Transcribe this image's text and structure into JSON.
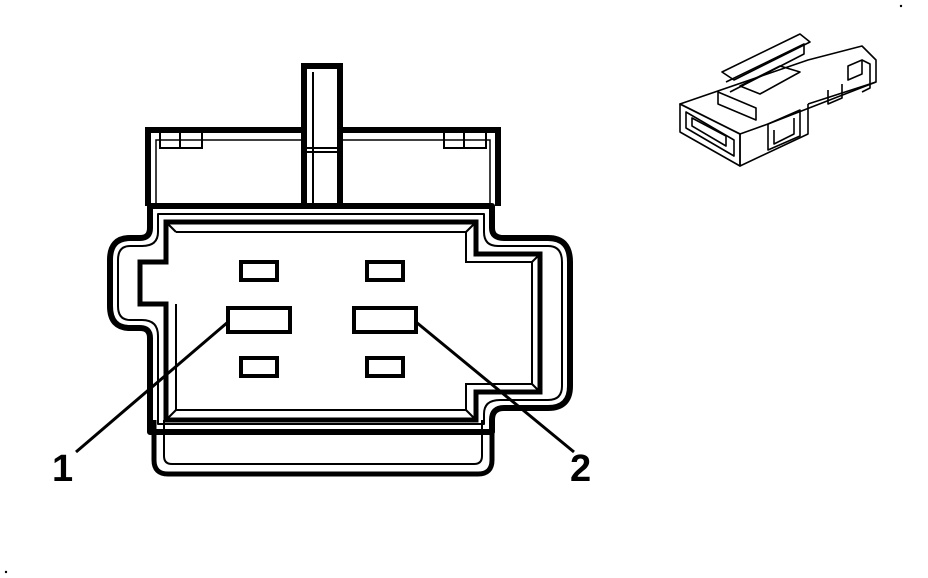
{
  "callouts": [
    {
      "id": "pin-1",
      "text": "1"
    },
    {
      "id": "pin-2",
      "text": "2"
    }
  ],
  "colors": {
    "ink": "#000000",
    "background": "#ffffff"
  }
}
